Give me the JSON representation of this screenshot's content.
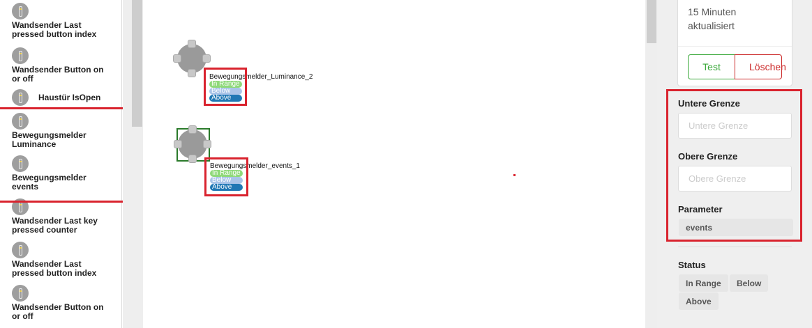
{
  "sidebar": {
    "items": [
      {
        "label": "Wandsender Last pressed button index"
      },
      {
        "label": "Wandsender Button on or off"
      },
      {
        "label": "Haustür IsOpen"
      },
      {
        "label": "Bewegungsmelder Luminance"
      },
      {
        "label": "Bewegungsmelder events"
      },
      {
        "label": "Wandsender Last key pressed counter"
      },
      {
        "label": "Wandsender Last pressed button index"
      },
      {
        "label": "Wandsender Button on or off"
      }
    ]
  },
  "canvas": {
    "nodes": [
      {
        "name": "Bewegungsmelder_Luminance_2",
        "states": [
          "In Range",
          "Below",
          "Above"
        ]
      },
      {
        "name": "Bewegungsmelder_events_1",
        "states": [
          "In Range",
          "Below",
          "Above"
        ]
      }
    ]
  },
  "panel": {
    "info": "15 Minuten aktualisiert",
    "test_label": "Test",
    "delete_label": "Löschen",
    "lower_label": "Untere Grenze",
    "lower_placeholder": "Untere Grenze",
    "upper_label": "Obere Grenze",
    "upper_placeholder": "Obere Grenze",
    "param_label": "Parameter",
    "param_value": "events",
    "status_label": "Status",
    "status": [
      "In Range",
      "Below",
      "Above"
    ]
  },
  "colors": {
    "highlight": "#d9232e",
    "in_range": "#8fd97a",
    "below": "#a9c4e8",
    "above": "#1f77b4",
    "test": "#3aa83a",
    "delete": "#cc2a2a"
  }
}
